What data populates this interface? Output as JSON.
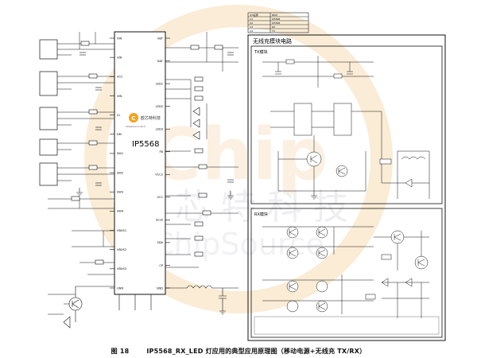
{
  "watermark": {
    "logo_text": "Chip",
    "cn_text": "欧 芯 特 科 技",
    "en_text": "ChipSource"
  },
  "chip": {
    "part_label": "IP5568",
    "logo_cn": "欧芯特科技",
    "logo_en": "ChipSource Tech",
    "left_pins": [
      "VIN",
      "VIN",
      "VCC",
      "VIN",
      "CL",
      "DM",
      "SW1",
      "SW2",
      "SW3",
      "SW4",
      "VBUS1",
      "VBUS2",
      "VBUS3",
      "GND"
    ],
    "right_pins": [
      "VBT",
      "BAT",
      "LED1",
      "LED2",
      "LED3",
      "FB",
      "VCC2",
      "VCC",
      "SCLK",
      "SDA",
      "CP",
      "GND"
    ]
  },
  "panel": {
    "title": "无线充模块电路",
    "tx_title": "TX模块",
    "rx_title": "RX模块"
  },
  "table": {
    "rows": [
      [
        "ICS名称",
        "BOM"
      ],
      [
        "U1",
        "IP5568"
      ],
      [
        "U2",
        "IP5568"
      ],
      [
        "U3",
        "RX"
      ],
      [
        "U4",
        "TX"
      ]
    ]
  },
  "caption": {
    "number": "图 18",
    "text": "IP5568_RX_LED 灯应用的典型应用原理图（移动电源+无线充 TX/RX）"
  }
}
